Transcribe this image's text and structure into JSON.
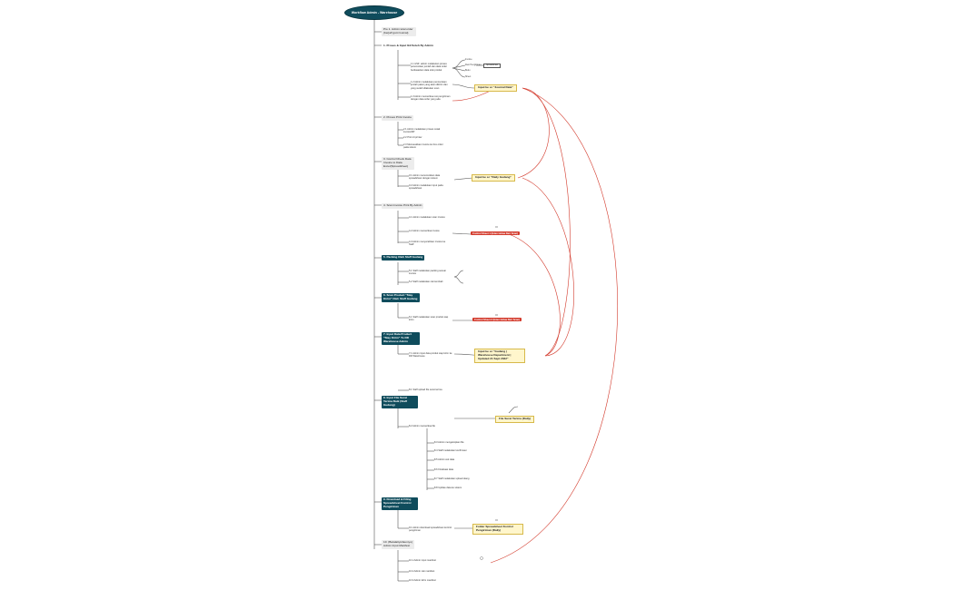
{
  "root": "Workflow Admin - Warehouse",
  "sections": [
    {
      "label": "Pre 1. Admin total order (berjalf gum=sumai)"
    },
    {
      "label": "1. Proses & Input Ikil Soleh By Admin"
    },
    {
      "label": "2. Proses Print Invoice"
    },
    {
      "label": "3. Control Check Data Invoice to Data Excel(Spreadsheet)"
    },
    {
      "label": "4. Scan Invoice Print By Admin"
    },
    {
      "label": "5. Packing Oleh Staff Gudang"
    },
    {
      "label": "6. Scan Product \"Stay Kirim\" Oleh Staff Gudang"
    },
    {
      "label": "7. Input Data Product \"Stay Kirim\" To DD Warehouse Admin"
    },
    {
      "label": "8. Input File Surat Terima Baik (Staff Gudang)"
    },
    {
      "label": "9. Download & Filing Spreadsheet Kontrol Pengiriman"
    },
    {
      "label": "10. (Baralattyu/laumyu) Admin Input Manifest"
    }
  ],
  "items": {
    "s1a": "1.1 HSF: admin melakukan proses pencocokan jumlah dan data order berdasarkan data stok produk",
    "s1b": "1.2 Admin melakukan pencocokan jumlah paket yang akan dikirim dan yang sudah dilakukan scan",
    "s1c": "1.3 Admin memeriksa resi pengiriman dengan data order yang ada",
    "s2a": "2.1 Admin melakukan proses cetak invoice/DP",
    "s2b": "2.2 Print di printer",
    "s2c": "2.3 Memasukkan invoice ke box order pada sistem",
    "s3a": "3.1 Admin mencocokkan data spreadsheet dengan sistem",
    "s3b": "3.2 Admin melakukan input pada spreadsheet",
    "s4a": "4.1 Admin melakukan scan invoice",
    "s4b": "4.2 Admin memeriksa invoice",
    "s4c": "4.3 Admin menyerahkan invoice ke Staff",
    "s5a": "5.1 Staff melakukan packing sesuai invoice",
    "s5b": "5.2 Staff melakukan cek kembali",
    "s6a": "6.1 Staff melakukan scan produk siap kirim",
    "s7a": "7.1 Admin input data produk siap kirim ke DD Warehouse",
    "s8a": "8.1 Staff upload file surat terima",
    "s8b": "8.2 Admin memeriksa file",
    "s8c": "8.3 Admin mengarsipkan file",
    "s8d": "8.4 Staff melakukan konfirmasi",
    "s8e": "8.5 Admin cek data",
    "s8f": "8.6 Finalisasi data",
    "s8g": "8.7 Staff melakukan upload ulang",
    "s8h": "8.8 Update data ke sistem",
    "s9a": "9.1 Admin download spreadsheet kontrol pengiriman",
    "s10a": "10.1 Admin input manifest",
    "s10b": "10.2 Admin cek manifest",
    "s10c": "10.3 Admin kirim manifest"
  },
  "notes": {
    "journal": "Input ke sc \"Journal Data\"",
    "daily": "Input ke sc \"Daily Gudang\"",
    "gudang": "Input ke sc \"Gudang | Warehouse Department | Updated 21 Sept 2022\"",
    "fileSurat": "File Surat Terima (Daily)",
    "folder": "Folder Spreadsheet Kontrol Pengiriman (Daily)"
  },
  "reds": {
    "r1": "Control Sheet 1 (Intercoldua Dari Scan)",
    "r2": "Control Sheet 2 (Intercoldua Dari Scan)"
  },
  "minis": {
    "m1": "Invoice",
    "m2": "Resi Pengiriman",
    "m3": "Buku",
    "m4": "Sheet",
    "m5": "Spreadsheet"
  },
  "colors": {
    "teal": "#0f4c5c",
    "red": "#d33a2c",
    "line": "#555555",
    "redline": "#d33a2c"
  }
}
